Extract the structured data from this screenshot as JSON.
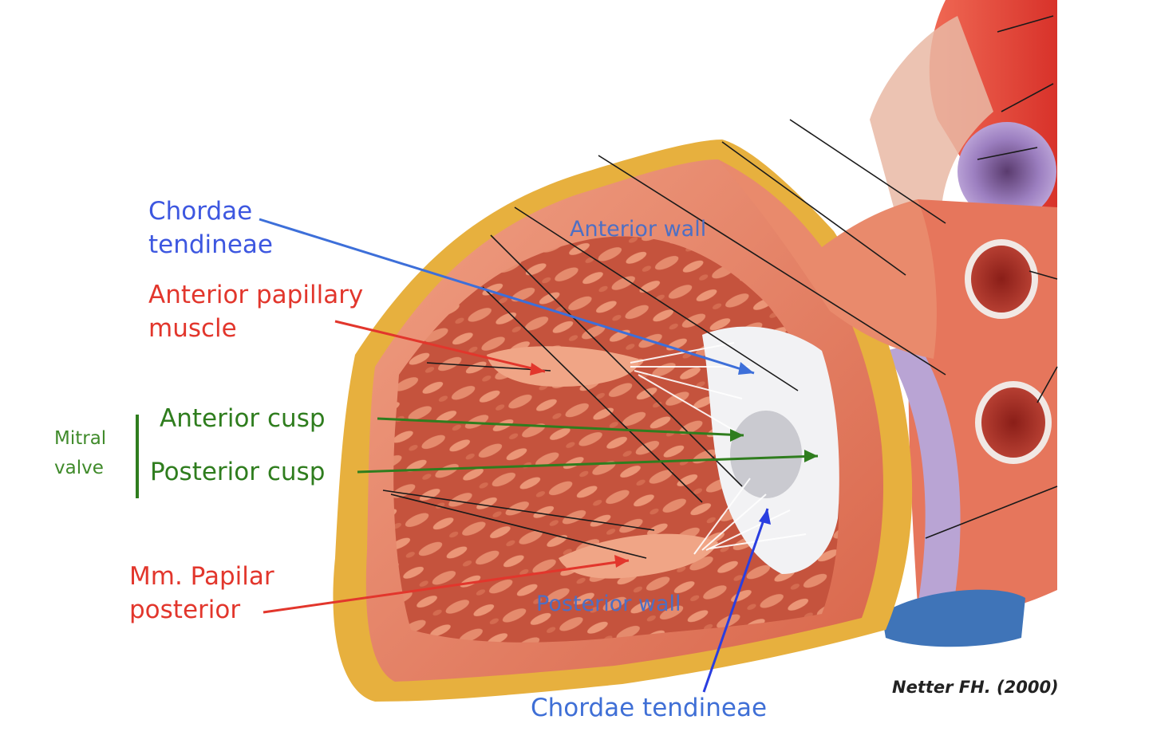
{
  "labels": {
    "chordae_top": "Chordae\ntendineae",
    "anterior_papillary": "Anterior papillary\nmuscle",
    "mitral_valve": "Mitral\nvalve",
    "anterior_cusp": "Anterior cusp",
    "posterior_cusp": "Posterior cusp",
    "posterior_papillary": "Mm. Papilar\nposterior",
    "anterior_wall": "Anterior wall",
    "posterior_wall": "Posterior wall",
    "chordae_bottom": "Chordae tendineae",
    "credit": "Netter FH. (2000)"
  },
  "colors": {
    "blue": "#3d57e0",
    "red": "#e2362c",
    "green": "#2f7d1e",
    "region": "#4d6fc4",
    "muscle": "#e98a6c",
    "epicardium": "#e8b13c",
    "aorta": "#e8463a",
    "vein": "#b59ad6",
    "valve": "#f2f2f4"
  }
}
